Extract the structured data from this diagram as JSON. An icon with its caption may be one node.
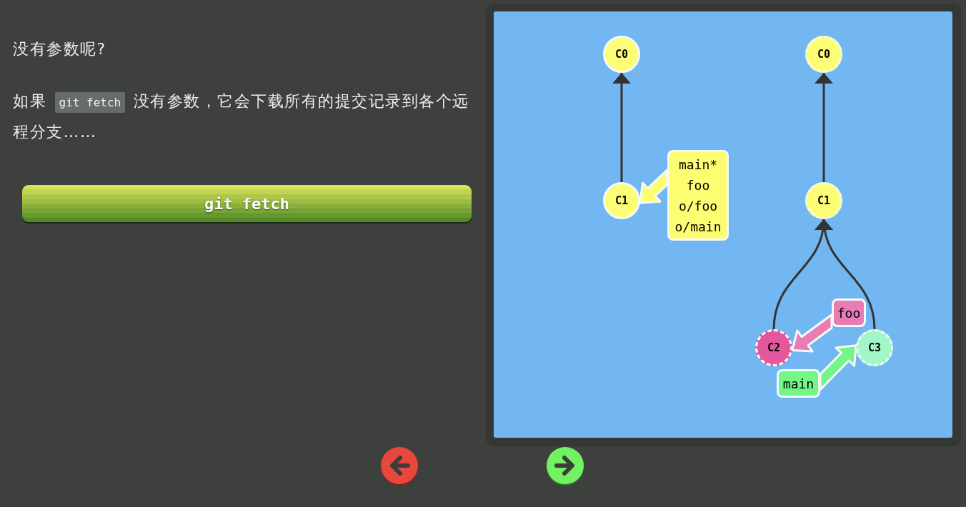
{
  "diagram": {
    "nodes": [
      {
        "text": [
          "C0"
        ]
      },
      {
        "text": [
          "C1"
        ]
      },
      {
        "text": [
          "main*",
          "foo",
          "o/foo",
          "o/main"
        ]
      },
      {
        "text": [
          "C0"
        ]
      },
      {
        "text": [
          "C1"
        ]
      },
      {
        "text": [
          "C2"
        ]
      },
      {
        "text": [
          "C3"
        ]
      },
      {
        "text": [
          "foo"
        ]
      },
      {
        "text": [
          "main"
        ]
      }
    ],
    "edges": [
      {
        "from": 1,
        "to": 0,
        "arrow": "to"
      },
      {
        "from": 2,
        "to": 1,
        "arrow": "to",
        "style": "thick",
        "color": "#fdfd72"
      },
      {
        "from": 4,
        "to": 3,
        "arrow": "to"
      },
      {
        "from": 5,
        "to": 4,
        "arrow": "to"
      },
      {
        "from": 6,
        "to": 4,
        "arrow": "to"
      },
      {
        "from": 7,
        "to": 5,
        "arrow": "to",
        "style": "thick",
        "color": "#e97cb5"
      },
      {
        "from": 8,
        "to": 6,
        "arrow": "to",
        "style": "thick",
        "color": "#73f587"
      }
    ],
    "labels": [
      "没有参数呢?",
      "如果",
      "git fetch",
      "没有参数，它会下载所有的提交记录到各个远程分支……",
      "git fetch"
    ]
  }
}
